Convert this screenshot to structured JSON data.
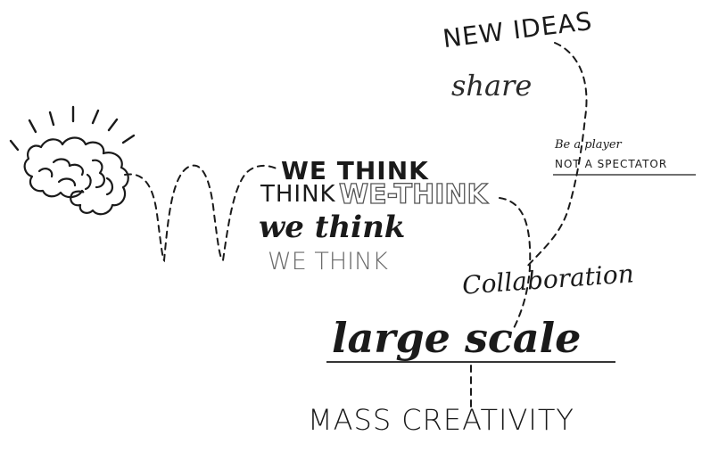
{
  "labels": {
    "new_ideas": "NEW IDEAS",
    "share": "share",
    "be_a_player": "Be a player",
    "not_a_spectator": "NOT A SPECTATOR",
    "we_think_1": "WE THINK",
    "think": "THINK",
    "we_think_outline": "WE-THINK",
    "we_think_script": "we think",
    "we_think_thin": "WE THINK",
    "collaboration": "Collaboration",
    "large_scale": "large scale",
    "mass_creativity": "MASS CREATIVITY"
  },
  "colors": {
    "ink": "#1a1a1a",
    "gray_ink": "#6b6b6b",
    "background": "#ffffff"
  },
  "icons": [
    "brain-icon",
    "light-rays"
  ]
}
